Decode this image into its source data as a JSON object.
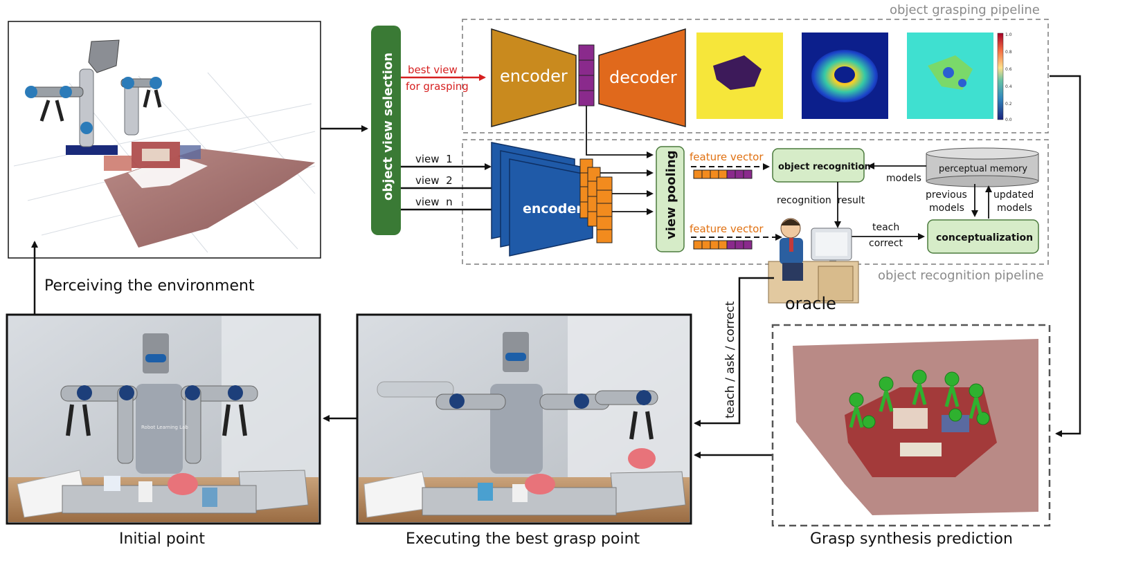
{
  "pipelines": {
    "grasping": "object grasping pipeline",
    "recognition": "object recognition pipeline"
  },
  "view_selection": {
    "label": "object view selection"
  },
  "grasp_branch": {
    "arrow_label_1": "best view",
    "arrow_label_2": "for grasping",
    "encoder": "encoder",
    "decoder": "decoder",
    "colorbar_ticks": [
      "1.0",
      "0.8",
      "0.6",
      "0.4",
      "0.2",
      "0.0"
    ]
  },
  "recognition_branch": {
    "views": [
      "view  1",
      "view  2",
      "view  n"
    ],
    "encoder": "encoder",
    "view_pooling": "view pooling",
    "feature_vector_1": "feature vector",
    "feature_vector_2": "feature vector",
    "object_recognition": "object recognition",
    "perceptual_memory": "perceptual memory",
    "models": "models",
    "recognition_result": "recognition  result",
    "teach_correct_1": "teach",
    "teach_correct_2": "correct",
    "previous_models_1": "previous",
    "previous_models_2": "models",
    "updated_models_1": "updated",
    "updated_models_2": "models",
    "conceptualization": "conceptualization",
    "oracle": "oracle"
  },
  "loop": {
    "teach_ask_correct": "teach / ask / correct"
  },
  "panels": {
    "perceive": "Perceiving the environment",
    "initial": "Initial point",
    "executing": "Executing the best grasp point",
    "synthesis": "Grasp synthesis prediction"
  },
  "robot_poster": {
    "line1": "Robot Learning Lab"
  },
  "colors": {
    "encoder_orange": "#c98a1e",
    "decoder_orange": "#e0691c",
    "encoder_blue": "#1f5aa8",
    "view_selection_green": "#3a7a35",
    "box_green": "#d6ecc8",
    "feature_orange": "#f28b1e",
    "feature_purple": "#8a2a8c",
    "red_arrow": "#d61f1f",
    "dashed_gray": "#7a7a7a"
  }
}
